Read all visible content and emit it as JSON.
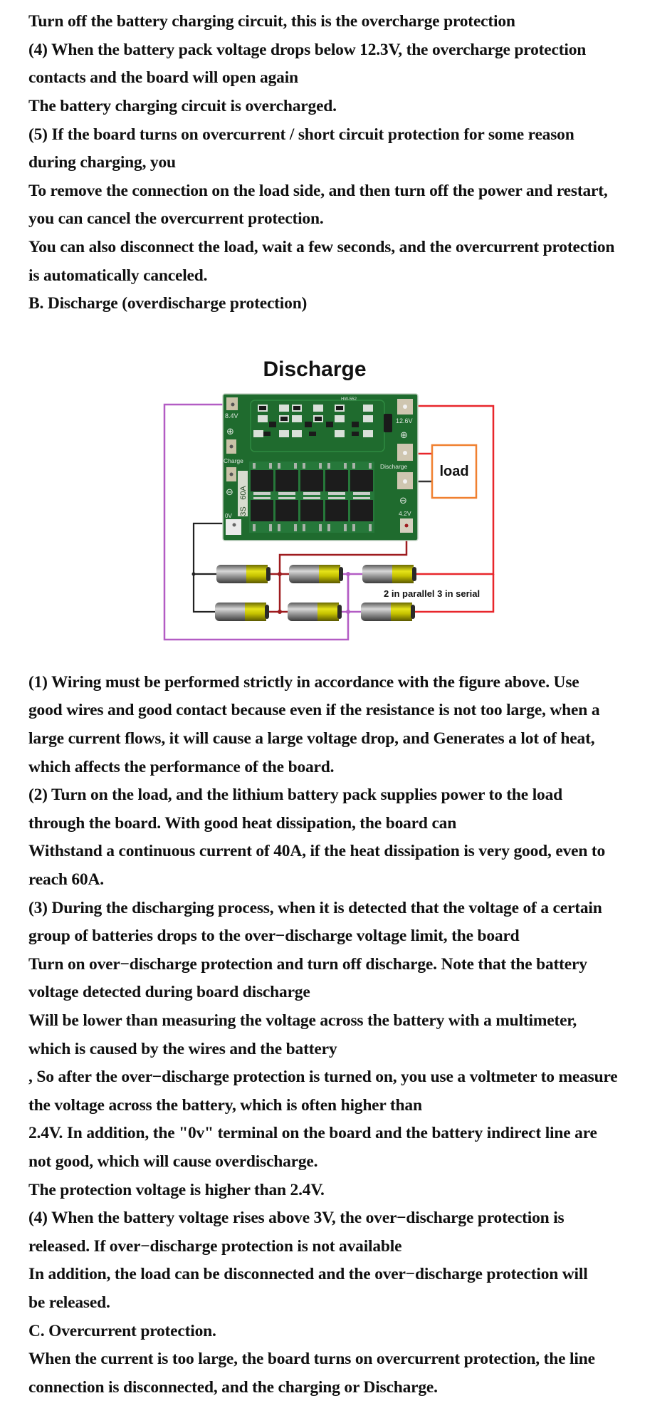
{
  "top_section": {
    "lines": [
      "Turn off the battery charging circuit, this is the overcharge protection",
      "(4) When the battery pack voltage drops below 12.3V, the overcharge protection",
      "contacts and the board will open again",
      "The battery charging circuit is overcharged.",
      "(5) If the board turns on overcurrent / short circuit protection for some reason",
      "during charging, you",
      "To remove the connection on the load side, and then turn off the power and restart,",
      " you can cancel the overcurrent protection.",
      "You can also disconnect the load, wait a few seconds, and the overcurrent protection",
      "is automatically canceled.",
      "B. Discharge (overdischarge protection)"
    ]
  },
  "figure": {
    "title": "Discharge",
    "board_model": "HW-552",
    "board_labels": {
      "b_minus_v": "8.4V",
      "b_plus_v": "12.6V",
      "charge": "Charge",
      "discharge": "Discharge",
      "rating": "60A",
      "series": "3S",
      "zero_v": "0V",
      "b1_v": "4.2V"
    },
    "load_label": "load",
    "battery_config_label": "2 in parallel 3 in serial",
    "wire_colors": {
      "purple": "#b35cc4",
      "red": "#e8262b",
      "dark_red": "#9e1b1f",
      "black": "#222222",
      "load_border": "#f08030"
    },
    "board_color": "#1f6b2e"
  },
  "bottom_section": {
    "lines": [
      "(1) Wiring must be performed strictly in accordance with the figure above. Use",
      "good wires and good contact because even if the resistance is not too large, when a",
      "large current flows, it will cause a large voltage drop, and Generates a lot of heat,",
      "which affects the performance of the board.",
      "(2) Turn on the load, and the lithium battery pack supplies power to the load",
      "through the board. With good heat dissipation, the board can",
      "Withstand a continuous current of 40A, if the heat dissipation is very good, even to",
      "reach 60A.",
      "(3) During the discharging process, when it is detected that the voltage of a certain",
      "group of batteries drops to the over−discharge voltage limit, the board",
      "Turn on over−discharge protection and turn off discharge. Note that the battery",
      "voltage detected during board discharge",
      "Will be lower than measuring the voltage across the battery with a multimeter,",
      "which is caused by the wires and the battery",
      ", So after the over−discharge protection is turned on, you use a voltmeter to measure",
      "the voltage across the battery, which is often higher than",
      "2.4V. In addition, the \"0v\" terminal on the board and the battery indirect line are",
      "not good, which will cause overdischarge.",
      "The protection voltage is higher than 2.4V.",
      "(4) When the battery voltage rises above 3V, the over−discharge protection is",
      "released. If over−discharge protection is not available",
      "In addition, the load can be disconnected and the over−discharge protection will",
      "be released.",
      "C. Overcurrent protection.",
      "When the current is too large, the board turns on overcurrent protection, the line",
      "connection is disconnected, and the charging or Discharge."
    ]
  }
}
